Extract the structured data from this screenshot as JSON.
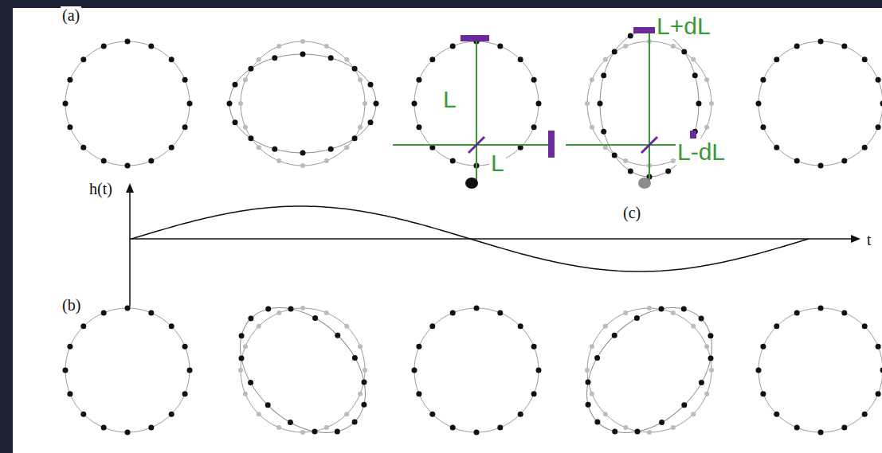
{
  "diagram": {
    "labels": [
      "(a)",
      "L",
      "L",
      "L+dL",
      "L-dL",
      "h(t)",
      "t",
      "(c)",
      "(b)"
    ]
  }
}
